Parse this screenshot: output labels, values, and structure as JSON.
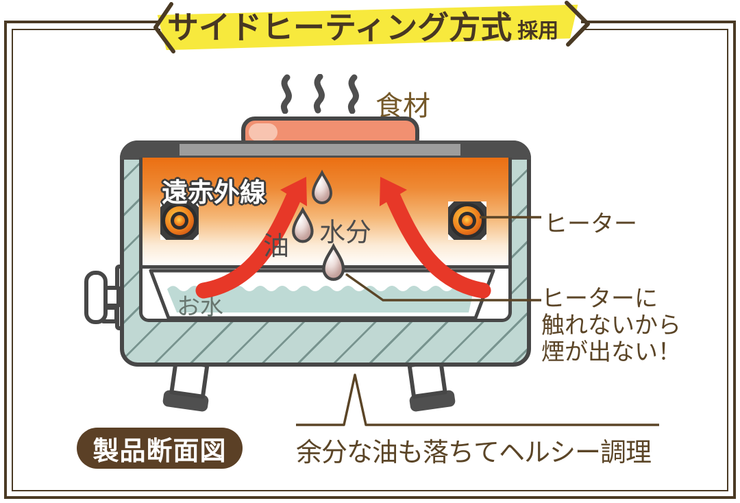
{
  "title": {
    "main": "サイドヒーティング方式",
    "suffix": "採用"
  },
  "labels": {
    "food": "食材",
    "far_infrared": "遠赤外線",
    "oil": "油",
    "moisture": "水分",
    "water": "お水",
    "heater": "ヒーター"
  },
  "annotations": {
    "no_smoke_line1": "ヒーターに",
    "no_smoke_line2": "触れないから",
    "no_smoke_line3": "煙が出ない！",
    "healthy_cooking": "余分な油も落ちてヘルシー調理",
    "cross_section_badge": "製品断面図"
  },
  "icons": {
    "steam": "steam-squiggles-icon",
    "droplet": "falling-drop-icon",
    "arrow": "curved-red-arrow-icon",
    "heater": "heater-coil-icon"
  },
  "colors": {
    "frame_brown": "#4a3a24",
    "banner_yellow": "#f7e93d",
    "title_brown": "#473723",
    "annotation_brown": "#5b4527",
    "outline_gray": "#474747",
    "body_teal": "#c0d8d3",
    "chamber_orange_top": "#eb6f12",
    "arrow_red": "#e73828",
    "water_teal": "#bedad5",
    "food_salmon": "#f19071",
    "droplet_pink": "#c9a8a3",
    "badge_brown": "#5b4026"
  }
}
